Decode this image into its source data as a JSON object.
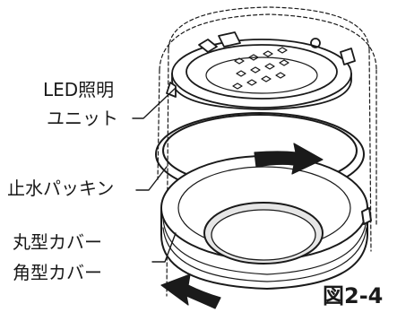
{
  "labels": {
    "led_unit_line1": "LED照明",
    "led_unit_line2": "ユニット",
    "gasket": "止水パッキン",
    "cover_line1": "丸型カバー",
    "cover_line2": "角型カバー",
    "figure_number": "図2-4"
  },
  "icons": {
    "rotate_clockwise_arrow": "arrow-right-curved",
    "rotate_counterclockwise_arrow": "arrow-left-curved"
  },
  "colors": {
    "line": "#1a1a1a",
    "fill": "#ffffff",
    "hole_shade": "#e6e6e6"
  }
}
